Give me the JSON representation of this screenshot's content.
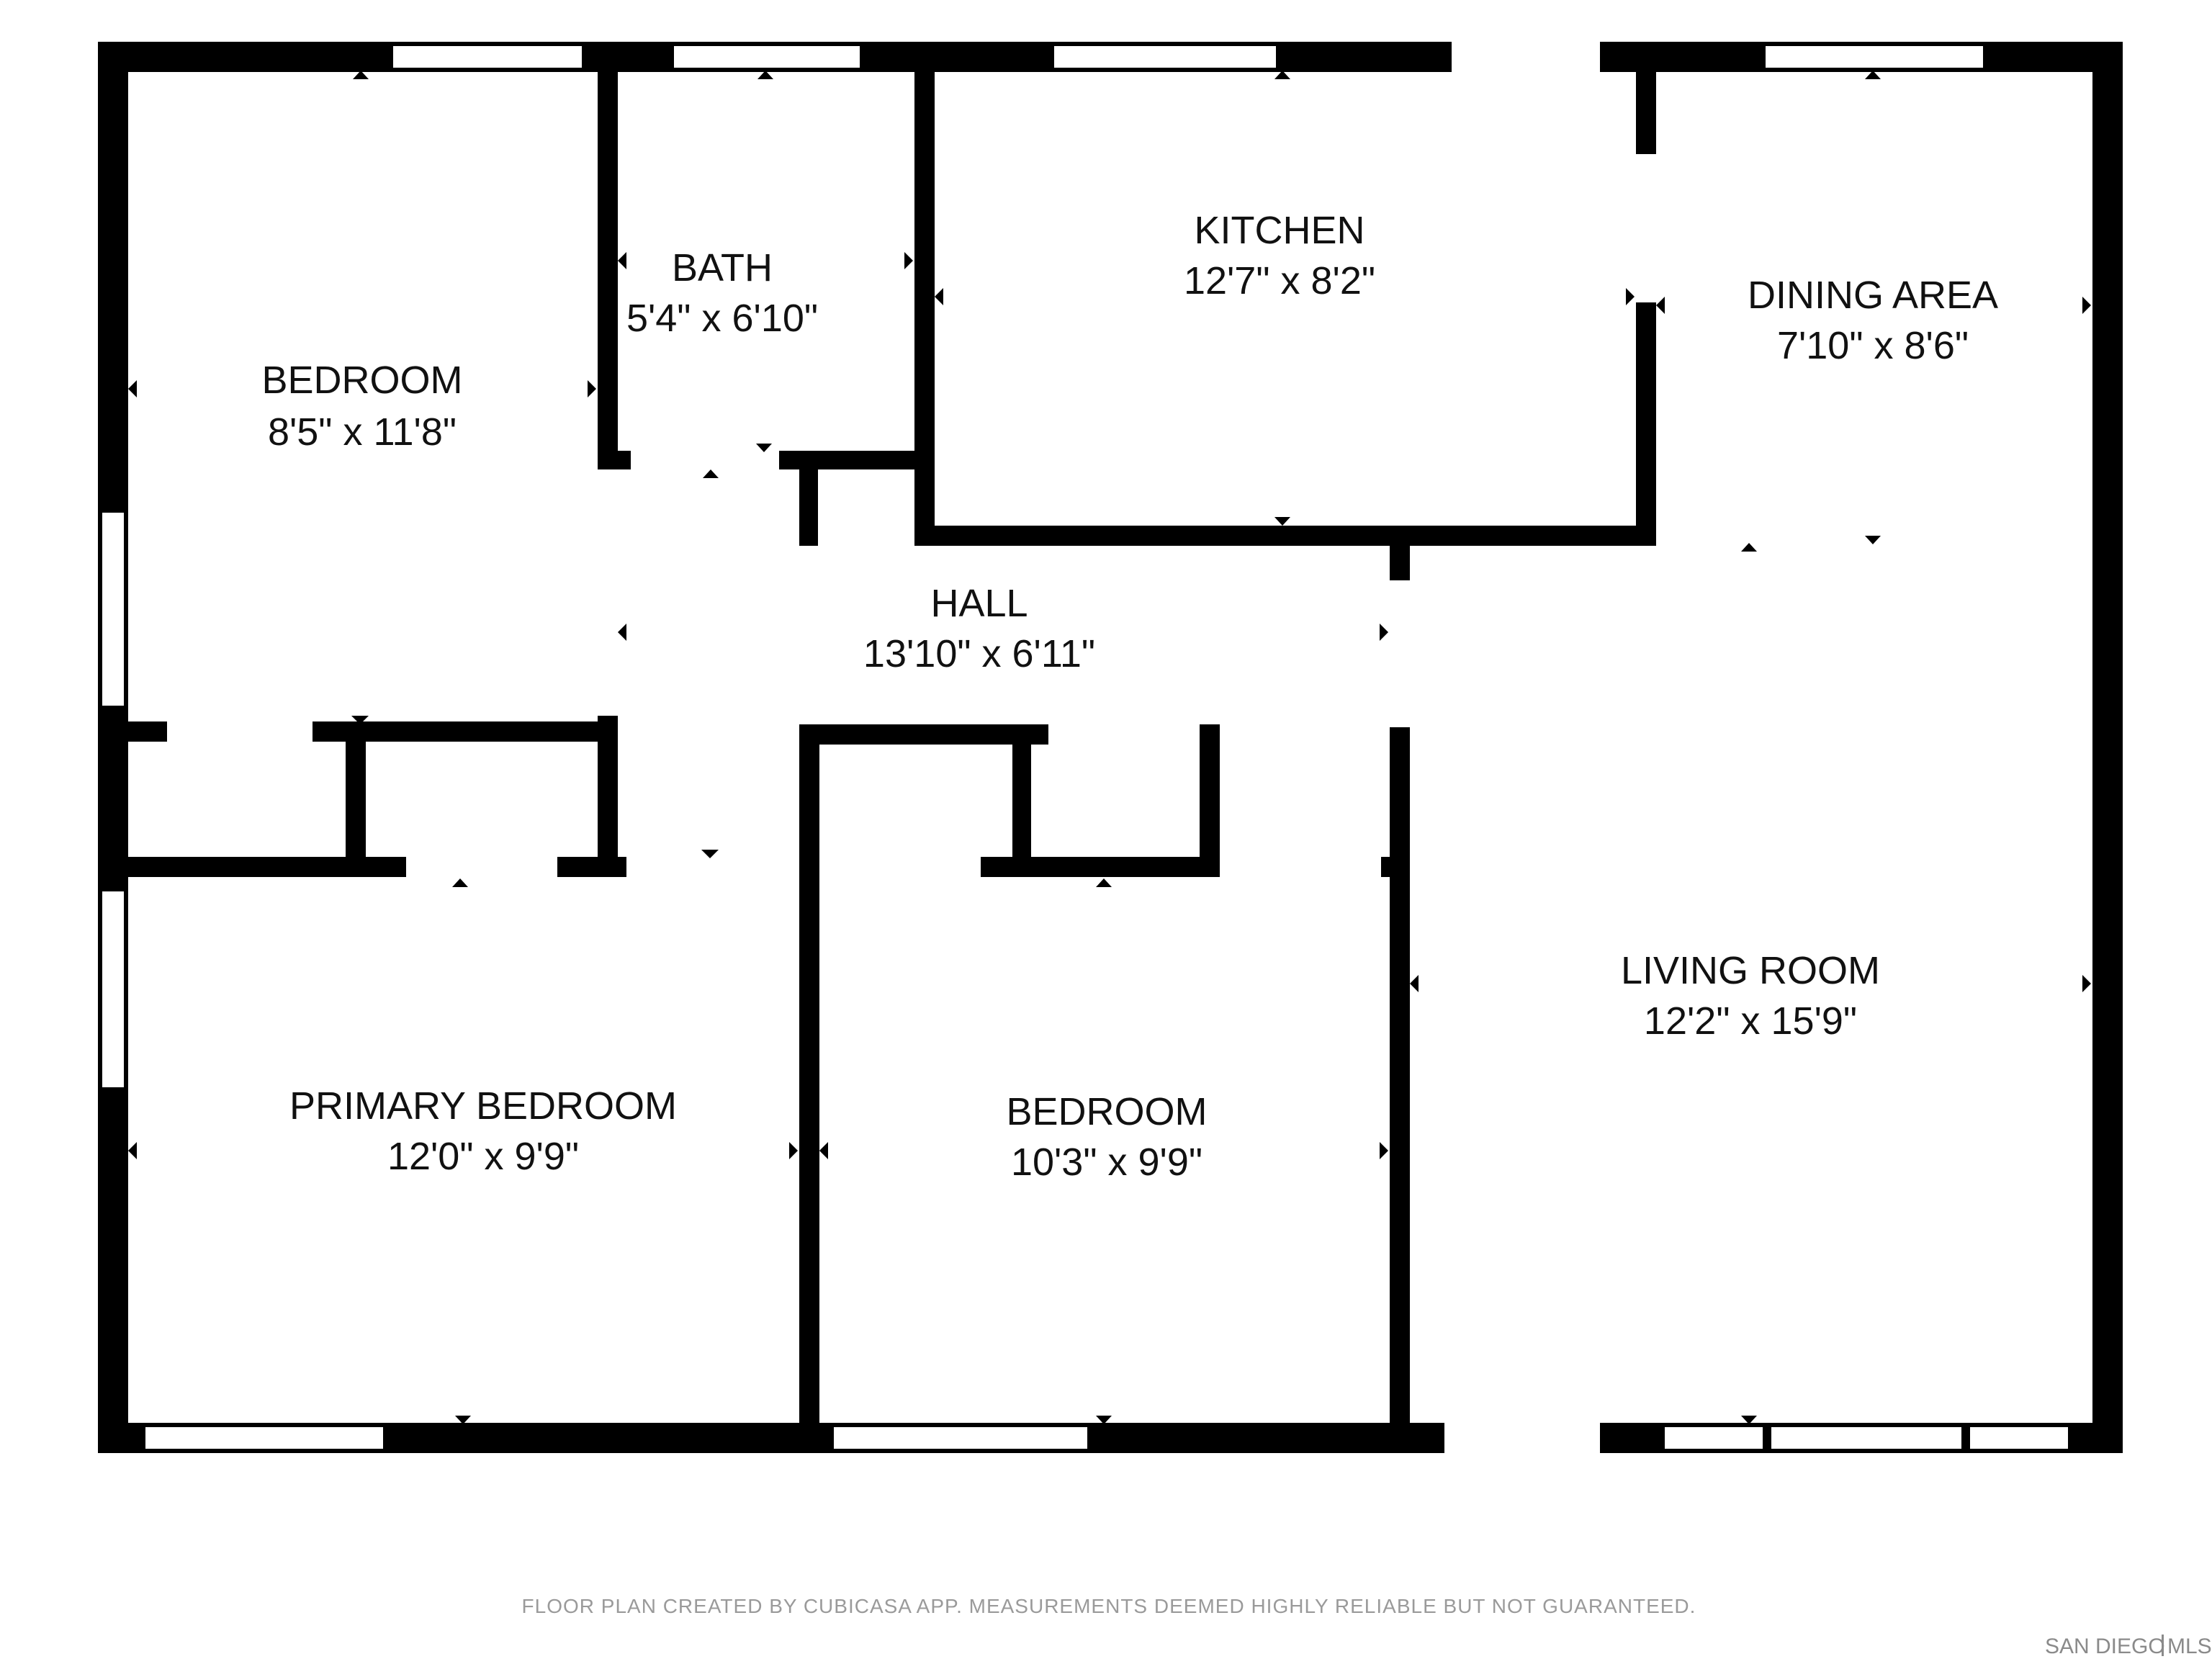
{
  "colors": {
    "wall": "#000000",
    "background": "#ffffff",
    "window": "#ffffff",
    "text": "#111111",
    "footer_text": "#9a9a9a"
  },
  "rooms": [
    {
      "name": "BEDROOM",
      "size": "8'5\" x 11'8\""
    },
    {
      "name": "BATH",
      "size": "5'4\" x 6'10\""
    },
    {
      "name": "KITCHEN",
      "size": "12'7\" x 8'2\""
    },
    {
      "name": "DINING AREA",
      "size": "7'10\" x 8'6\""
    },
    {
      "name": "HALL",
      "size": "13'10\" x 6'11\""
    },
    {
      "name": "LIVING ROOM",
      "size": "12'2\" x 15'9\""
    },
    {
      "name": "PRIMARY BEDROOM",
      "size": "12'0\" x 9'9\""
    },
    {
      "name": "BEDROOM",
      "size": "10'3\" x 9'9\""
    }
  ],
  "footer": {
    "disclaimer": "FLOOR PLAN CREATED BY CUBICASA APP. MEASUREMENTS DEEMED HIGHLY RELIABLE BUT NOT GUARANTEED.",
    "brand": "SAN DIEGO",
    "brand_suffix": "MLS"
  }
}
